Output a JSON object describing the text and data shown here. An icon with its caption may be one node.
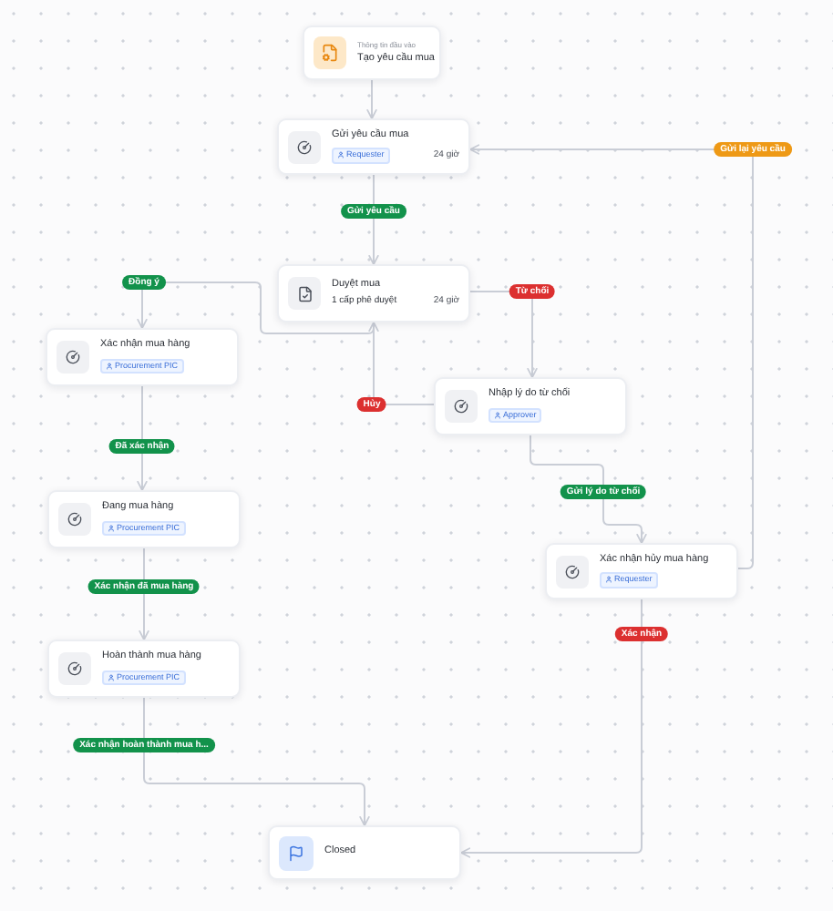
{
  "diagram": {
    "nodes": [
      {
        "text": [
          "Thông tin đầu vào",
          "Tạo yêu cầu mua"
        ]
      },
      {
        "text": [
          "Gửi yêu cầu mua",
          "Requester",
          "24 giờ"
        ]
      },
      {
        "text": [
          "Duyệt mua",
          "1 cấp phê duyệt",
          "24 giờ"
        ]
      },
      {
        "text": [
          "Xác nhận mua hàng",
          "Procurement PIC"
        ]
      },
      {
        "text": [
          "Nhập lý do từ chối",
          "Approver"
        ]
      },
      {
        "text": [
          "Đang mua hàng",
          "Procurement PIC"
        ]
      },
      {
        "text": [
          "Xác nhận hủy mua hàng",
          "Requester"
        ]
      },
      {
        "text": [
          "Hoàn thành mua hàng",
          "Procurement PIC"
        ]
      },
      {
        "text": [
          "Closed"
        ]
      }
    ],
    "edges": [
      {
        "from": 0,
        "to": 1,
        "arrow": "to"
      },
      {
        "from": 1,
        "to": 2,
        "label": "Gửi yêu cầu",
        "arrow": "to"
      },
      {
        "from": 2,
        "to": 3,
        "label": "Đồng ý",
        "arrow": "to"
      },
      {
        "from": 2,
        "to": 4,
        "label": "Từ chối",
        "arrow": "to"
      },
      {
        "from": 4,
        "to": 2,
        "label": "Hủy",
        "arrow": "to"
      },
      {
        "from": 3,
        "to": 5,
        "label": "Đã xác nhận",
        "arrow": "to"
      },
      {
        "from": 5,
        "to": 7,
        "label": "Xác nhận đã mua hàng",
        "arrow": "to"
      },
      {
        "from": 7,
        "to": 8,
        "label": "Xác nhận hoàn thành mua h...",
        "arrow": "to"
      },
      {
        "from": 4,
        "to": 6,
        "label": "Gửi lý do từ chối",
        "arrow": "to"
      },
      {
        "from": 6,
        "to": 1,
        "label": "Gửi lại yêu cầu",
        "arrow": "to"
      },
      {
        "from": 6,
        "to": 8,
        "label": "Xác nhận",
        "arrow": "to"
      }
    ]
  }
}
